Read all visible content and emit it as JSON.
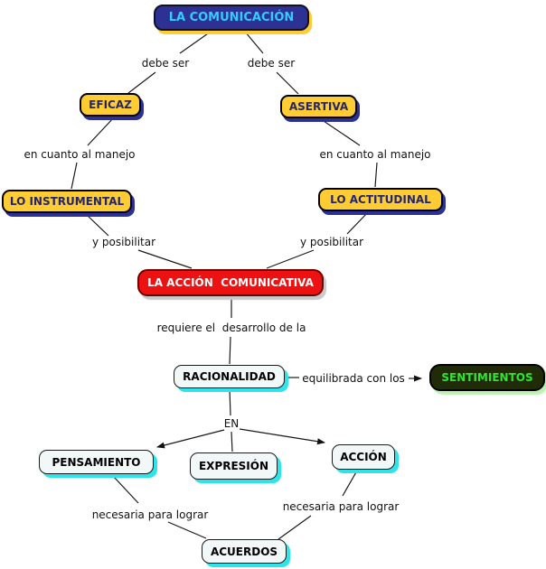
{
  "diagram": {
    "title": "LA COMUNICACIÓN",
    "type": "concept-map",
    "palette": {
      "canvas_bg": "#ffffff",
      "navy_box_bg": "#2d3193",
      "navy_box_text": "#33ccff",
      "navy_box_shadow": "#ffcc33",
      "yellow_box_bg": "#ffcc33",
      "yellow_box_text": "#23266e",
      "yellow_box_shadow": "#2d3193",
      "red_box_bg": "#ee1111",
      "red_box_text": "#ffffff",
      "red_box_shadow": "#c9c9c9",
      "white_box_bg": "#f2f7f7",
      "white_box_shadow": "#2fe3ea",
      "green_box_bg": "#202b08",
      "green_box_text": "#2ee62e",
      "green_box_shadow": "#bdf2b4",
      "line_color": "#1a1a1a"
    },
    "nodes": {
      "comunicacion": {
        "label": "LA COMUNICACIÓN"
      },
      "eficaz": {
        "label": "EFICAZ"
      },
      "asertiva": {
        "label": "ASERTIVA"
      },
      "lo_instrumental": {
        "label": "LO INSTRUMENTAL"
      },
      "lo_actitudinal": {
        "label": "LO ACTITUDINAL"
      },
      "accion_comunicativa": {
        "label": "LA ACCIÓN  COMUNICATIVA"
      },
      "racionalidad": {
        "label": "RACIONALIDAD"
      },
      "sentimientos": {
        "label": "SENTIMIENTOS"
      },
      "pensamiento": {
        "label": "PENSAMIENTO"
      },
      "expresion": {
        "label": "EXPRESIÓN"
      },
      "accion": {
        "label": "ACCIÓN"
      },
      "acuerdos": {
        "label": "ACUERDOS"
      }
    },
    "links": {
      "debe_ser_left": "debe ser",
      "debe_ser_right": "debe ser",
      "en_cuanto_left": "en cuanto al manejo",
      "en_cuanto_right": "en cuanto al manejo",
      "y_posibilitar_left": "y posibilitar",
      "y_posibilitar_right": "y posibilitar",
      "requiere": "requiere el  desarrollo de la",
      "equilibrada": "equilibrada con los",
      "en": "EN",
      "necesaria_left": "necesaria para lograr",
      "necesaria_right": "necesaria para lograr"
    },
    "edges": [
      {
        "from": "LA COMUNICACIÓN",
        "label": "debe ser",
        "to": "EFICAZ",
        "arrow": false
      },
      {
        "from": "LA COMUNICACIÓN",
        "label": "debe ser",
        "to": "ASERTIVA",
        "arrow": false
      },
      {
        "from": "EFICAZ",
        "label": "en cuanto al manejo",
        "to": "LO INSTRUMENTAL",
        "arrow": false
      },
      {
        "from": "ASERTIVA",
        "label": "en cuanto al manejo",
        "to": "LO ACTITUDINAL",
        "arrow": false
      },
      {
        "from": "LO INSTRUMENTAL",
        "label": "y posibilitar",
        "to": "LA ACCIÓN  COMUNICATIVA",
        "arrow": false
      },
      {
        "from": "LO ACTITUDINAL",
        "label": "y posibilitar",
        "to": "LA ACCIÓN  COMUNICATIVA",
        "arrow": false
      },
      {
        "from": "LA ACCIÓN  COMUNICATIVA",
        "label": "requiere el  desarrollo de la",
        "to": "RACIONALIDAD",
        "arrow": false
      },
      {
        "from": "RACIONALIDAD",
        "label": "equilibrada con los",
        "to": "SENTIMIENTOS",
        "arrow": true
      },
      {
        "from": "RACIONALIDAD",
        "label": "EN",
        "to": "PENSAMIENTO",
        "arrow": true
      },
      {
        "from": "RACIONALIDAD",
        "label": "EN",
        "to": "EXPRESIÓN",
        "arrow": false
      },
      {
        "from": "RACIONALIDAD",
        "label": "EN",
        "to": "ACCIÓN",
        "arrow": true
      },
      {
        "from": "PENSAMIENTO",
        "label": "necesaria para lograr",
        "to": "ACUERDOS",
        "arrow": false
      },
      {
        "from": "ACCIÓN",
        "label": "necesaria para lograr",
        "to": "ACUERDOS",
        "arrow": false
      }
    ]
  }
}
